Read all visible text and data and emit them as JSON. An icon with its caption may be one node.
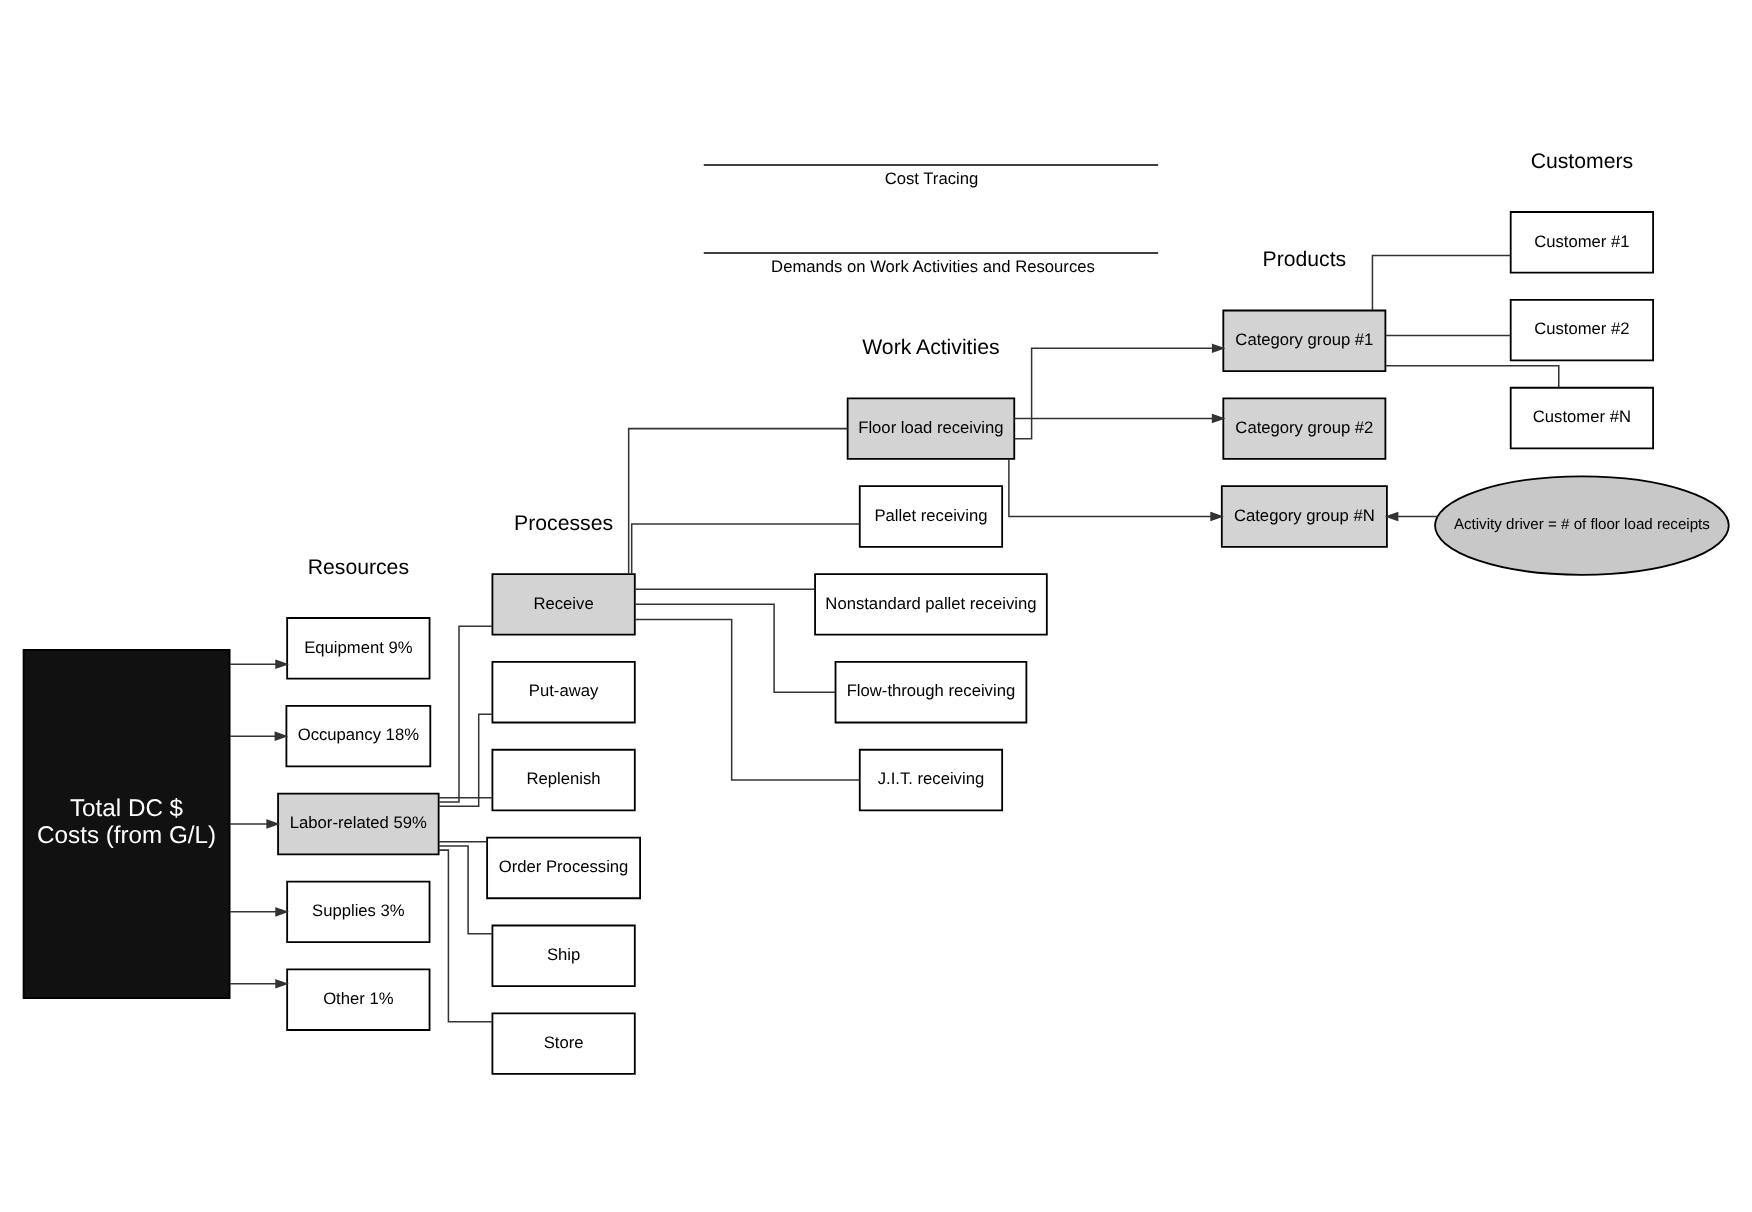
{
  "diagram": {
    "nodes": [
      {
        "text": [
          "Total DC $",
          "Costs (from G/L)"
        ]
      },
      {
        "text": [
          "Equipment 9%"
        ]
      },
      {
        "text": [
          "Occupancy 18%"
        ]
      },
      {
        "text": [
          "Labor-related 59%"
        ]
      },
      {
        "text": [
          "Supplies 3%"
        ]
      },
      {
        "text": [
          "Other 1%"
        ]
      },
      {
        "text": [
          "Receive"
        ]
      },
      {
        "text": [
          "Put-away"
        ]
      },
      {
        "text": [
          "Replenish"
        ]
      },
      {
        "text": [
          "Order Processing"
        ]
      },
      {
        "text": [
          "Ship"
        ]
      },
      {
        "text": [
          "Store"
        ]
      },
      {
        "text": [
          "Floor load receiving"
        ]
      },
      {
        "text": [
          "Pallet receiving"
        ]
      },
      {
        "text": [
          "Nonstandard pallet receiving"
        ]
      },
      {
        "text": [
          "Flow-through receiving"
        ]
      },
      {
        "text": [
          "J.I.T. receiving"
        ]
      },
      {
        "text": [
          "Category group #1"
        ]
      },
      {
        "text": [
          "Category group #2"
        ]
      },
      {
        "text": [
          "Category group #N"
        ]
      },
      {
        "text": [
          "Customer #1"
        ]
      },
      {
        "text": [
          "Customer #2"
        ]
      },
      {
        "text": [
          "Customer #N"
        ]
      },
      {
        "text": [
          "Activity driver = # of floor load receipts"
        ]
      }
    ],
    "edges": [
      {
        "from": 0,
        "to": 1,
        "arrow": "to"
      },
      {
        "from": 0,
        "to": 2,
        "arrow": "to"
      },
      {
        "from": 0,
        "to": 3,
        "arrow": "to"
      },
      {
        "from": 0,
        "to": 4,
        "arrow": "to"
      },
      {
        "from": 0,
        "to": 5,
        "arrow": "to"
      },
      {
        "from": 3,
        "to": 6,
        "arrow": "none"
      },
      {
        "from": 3,
        "to": 7,
        "arrow": "none"
      },
      {
        "from": 3,
        "to": 8,
        "arrow": "none"
      },
      {
        "from": 3,
        "to": 9,
        "arrow": "none"
      },
      {
        "from": 3,
        "to": 10,
        "arrow": "none"
      },
      {
        "from": 3,
        "to": 11,
        "arrow": "none"
      },
      {
        "from": 6,
        "to": 12,
        "arrow": "none"
      },
      {
        "from": 6,
        "to": 13,
        "arrow": "none"
      },
      {
        "from": 6,
        "to": 14,
        "arrow": "none"
      },
      {
        "from": 6,
        "to": 15,
        "arrow": "none"
      },
      {
        "from": 6,
        "to": 16,
        "arrow": "none"
      },
      {
        "from": 12,
        "to": 17,
        "arrow": "to"
      },
      {
        "from": 12,
        "to": 18,
        "arrow": "to"
      },
      {
        "from": 12,
        "to": 19,
        "arrow": "to"
      },
      {
        "from": 17,
        "to": 20,
        "arrow": "none"
      },
      {
        "from": 17,
        "to": 21,
        "arrow": "none"
      },
      {
        "from": 17,
        "to": 22,
        "arrow": "none"
      },
      {
        "from": 23,
        "to": 19,
        "arrow": "to"
      }
    ],
    "labels": [
      "Cost Tracing",
      "Demands on Work Activities and Resources",
      "Resources",
      "Processes",
      "Work Activities",
      "Products",
      "Customers"
    ]
  }
}
